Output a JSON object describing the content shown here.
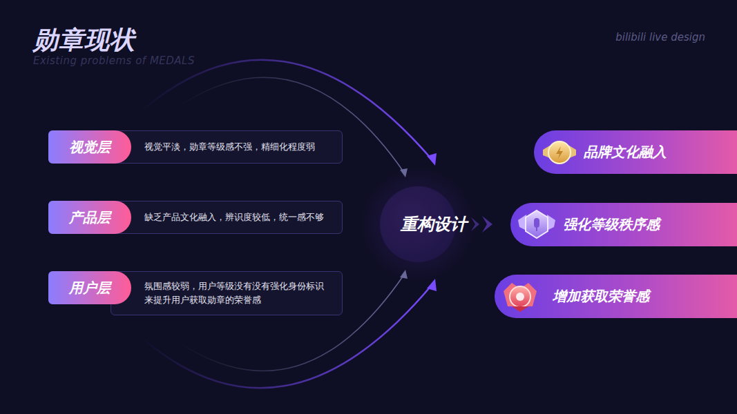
{
  "diagram": {
    "title": "勋章现状",
    "nodes": [
      {
        "text": [
          "视觉层",
          "视觉平淡，勋章等级感不强，精细化程度弱"
        ]
      },
      {
        "text": [
          "产品层",
          "缺乏产品文化融入，辨识度较低，统一感不够"
        ]
      },
      {
        "text": [
          "用户层",
          "氛围感较弱，用户等级没有没有强化身份标识来提升用户获取勋章的荣誉感"
        ]
      },
      {
        "text": [
          "重构设计"
        ]
      },
      {
        "text": [
          "品牌文化融入"
        ]
      },
      {
        "text": [
          "强化等级秩序感"
        ]
      },
      {
        "text": [
          "增加获取荣誉感"
        ]
      }
    ],
    "labels": [
      "Existing problems of MEDALS",
      "bilibili live design"
    ]
  }
}
